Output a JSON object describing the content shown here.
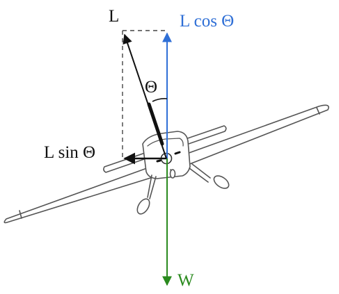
{
  "labels": {
    "lift": "L",
    "vertical_component": "L cos Θ",
    "angle": "Θ",
    "horizontal_component": "L sin Θ",
    "weight": "W"
  },
  "colors": {
    "lift": "#111111",
    "vertical_component": "#2f6fd6",
    "weight": "#2a8a1e",
    "construction_lines": "#444444",
    "aircraft_outline": "#555555",
    "text": "#111111"
  }
}
